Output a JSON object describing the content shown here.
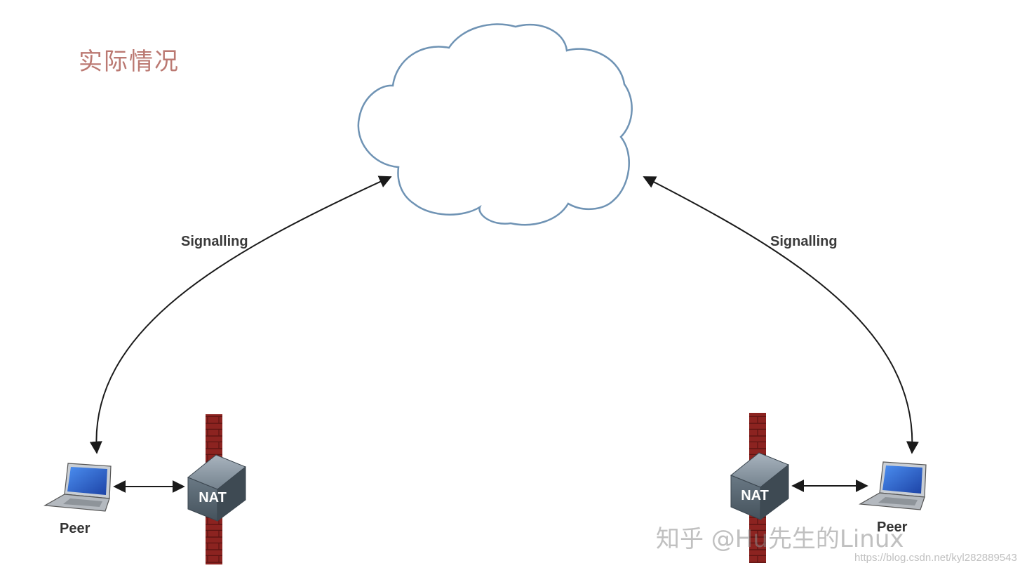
{
  "diagram": {
    "title": "实际情况",
    "signalling_left": "Signalling",
    "signalling_right": "Signalling",
    "peer_left": "Peer",
    "peer_right": "Peer",
    "nat_left": "NAT",
    "nat_right": "NAT"
  },
  "watermark": {
    "text": "知乎 @Hu先生的Linux",
    "url": "https://blog.csdn.net/kyl282889543"
  },
  "colors": {
    "cloud_stroke": "#6f93b4",
    "arrow": "#1a1a1a",
    "firewall": "#8c2320",
    "nat_box": "#5b6b78",
    "laptop_screen": "#2b62c8"
  },
  "icons": [
    "cloud-icon",
    "laptop-icon",
    "nat-router-icon",
    "firewall-icon"
  ]
}
